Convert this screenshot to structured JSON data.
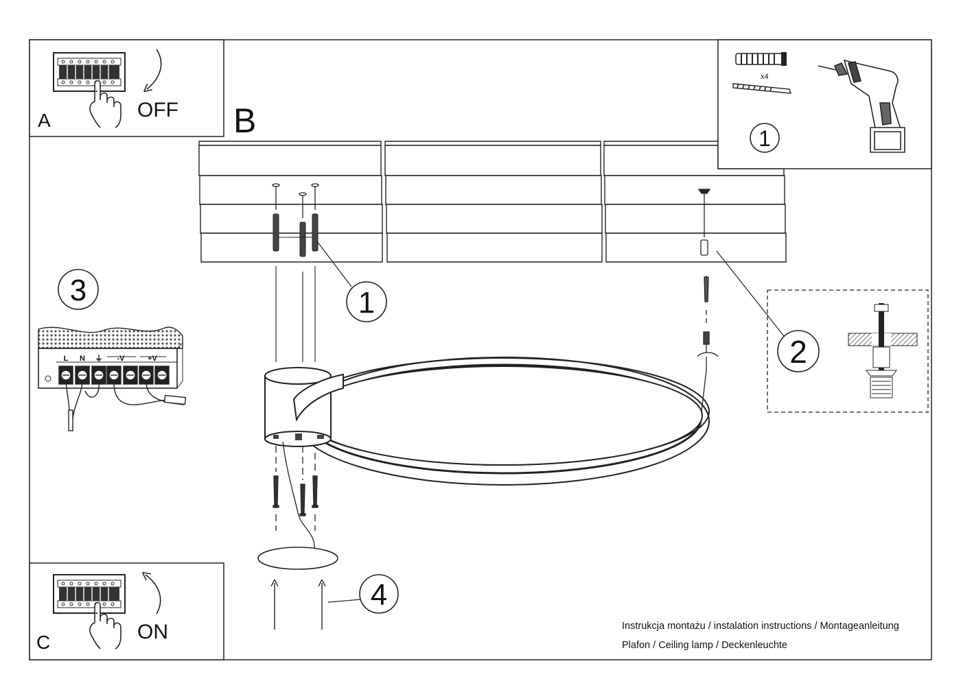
{
  "panels": {
    "a": {
      "letter": "A",
      "switch_label": "OFF"
    },
    "b": {
      "letter": "B"
    },
    "c": {
      "letter": "C",
      "switch_label": "ON"
    }
  },
  "callouts": [
    "1",
    "2",
    "3",
    "4"
  ],
  "kit": {
    "quantity": "x4"
  },
  "terminal_block": {
    "terminals": [
      "L",
      "N",
      "⏚",
      "-V",
      "+V"
    ]
  },
  "footer": {
    "line1": "Instrukcja montażu / instalation instructions / Montageanleitung",
    "line2": "Plafon / Ceiling lamp / Deckenleuchte"
  }
}
